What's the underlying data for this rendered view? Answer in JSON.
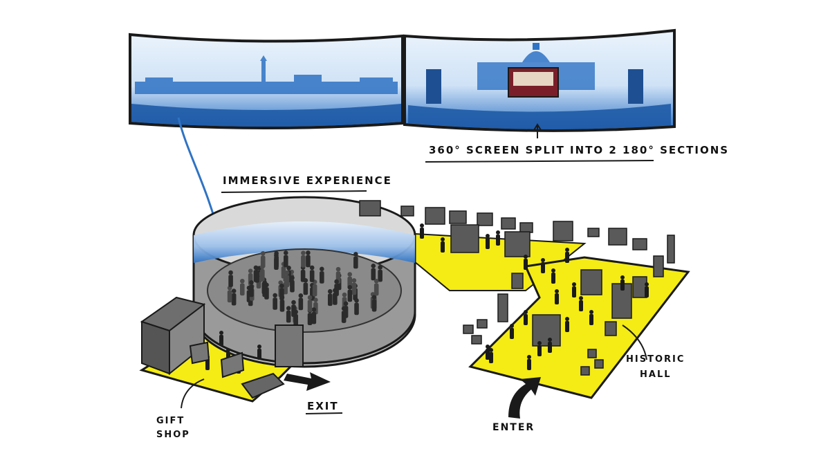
{
  "labels": {
    "screen_caption": "360° SCREEN SPLIT INTO 2 180° SECTIONS",
    "immersive": "IMMERSIVE EXPERIENCE",
    "exit": "EXIT",
    "enter": "ENTER",
    "gift_shop_line1": "GIFT",
    "gift_shop_line2": "SHOP",
    "historic_line1": "HISTORIC",
    "historic_line2": "HALL"
  },
  "colors": {
    "floor": "#f4ec14",
    "screen_blue": "#2f73c4",
    "screen_light": "#cfe2f6",
    "ink": "#1a1a1a",
    "gray": "#7a7a7a",
    "dark_gray": "#3a3a3a"
  }
}
